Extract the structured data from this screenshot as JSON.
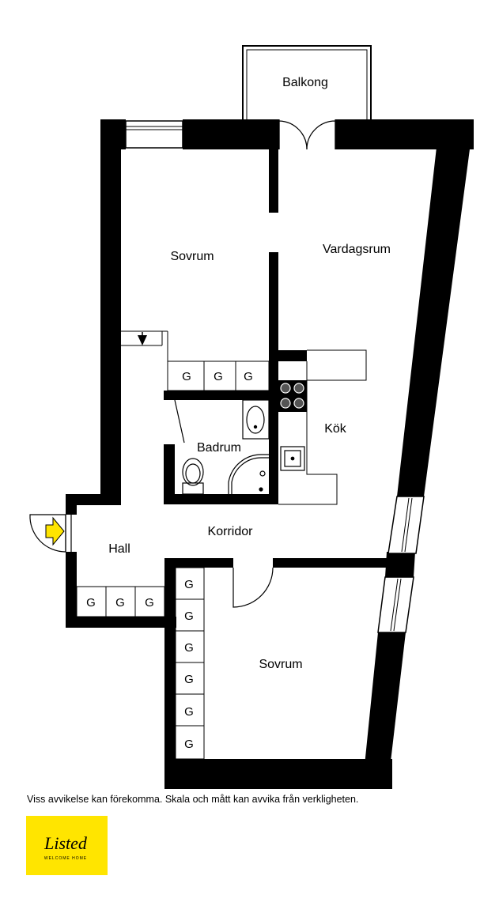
{
  "rooms": {
    "balcony": "Balkong",
    "bedroom_top": "Sovrum",
    "living_room": "Vardagsrum",
    "kitchen": "Kök",
    "bathroom": "Badrum",
    "corridor": "Korridor",
    "hall": "Hall",
    "bedroom_bottom": "Sovrum"
  },
  "wardrobe_label": "G",
  "disclaimer": "Viss avvikelse kan förekomma. Skala och mått kan avvika från verkligheten.",
  "logo": {
    "brand": "Listed",
    "tagline": "WELCOME HOME",
    "color": "#FFE500"
  },
  "colors": {
    "wall": "#000000",
    "entrance_arrow": "#FFE500",
    "background": "#ffffff"
  }
}
